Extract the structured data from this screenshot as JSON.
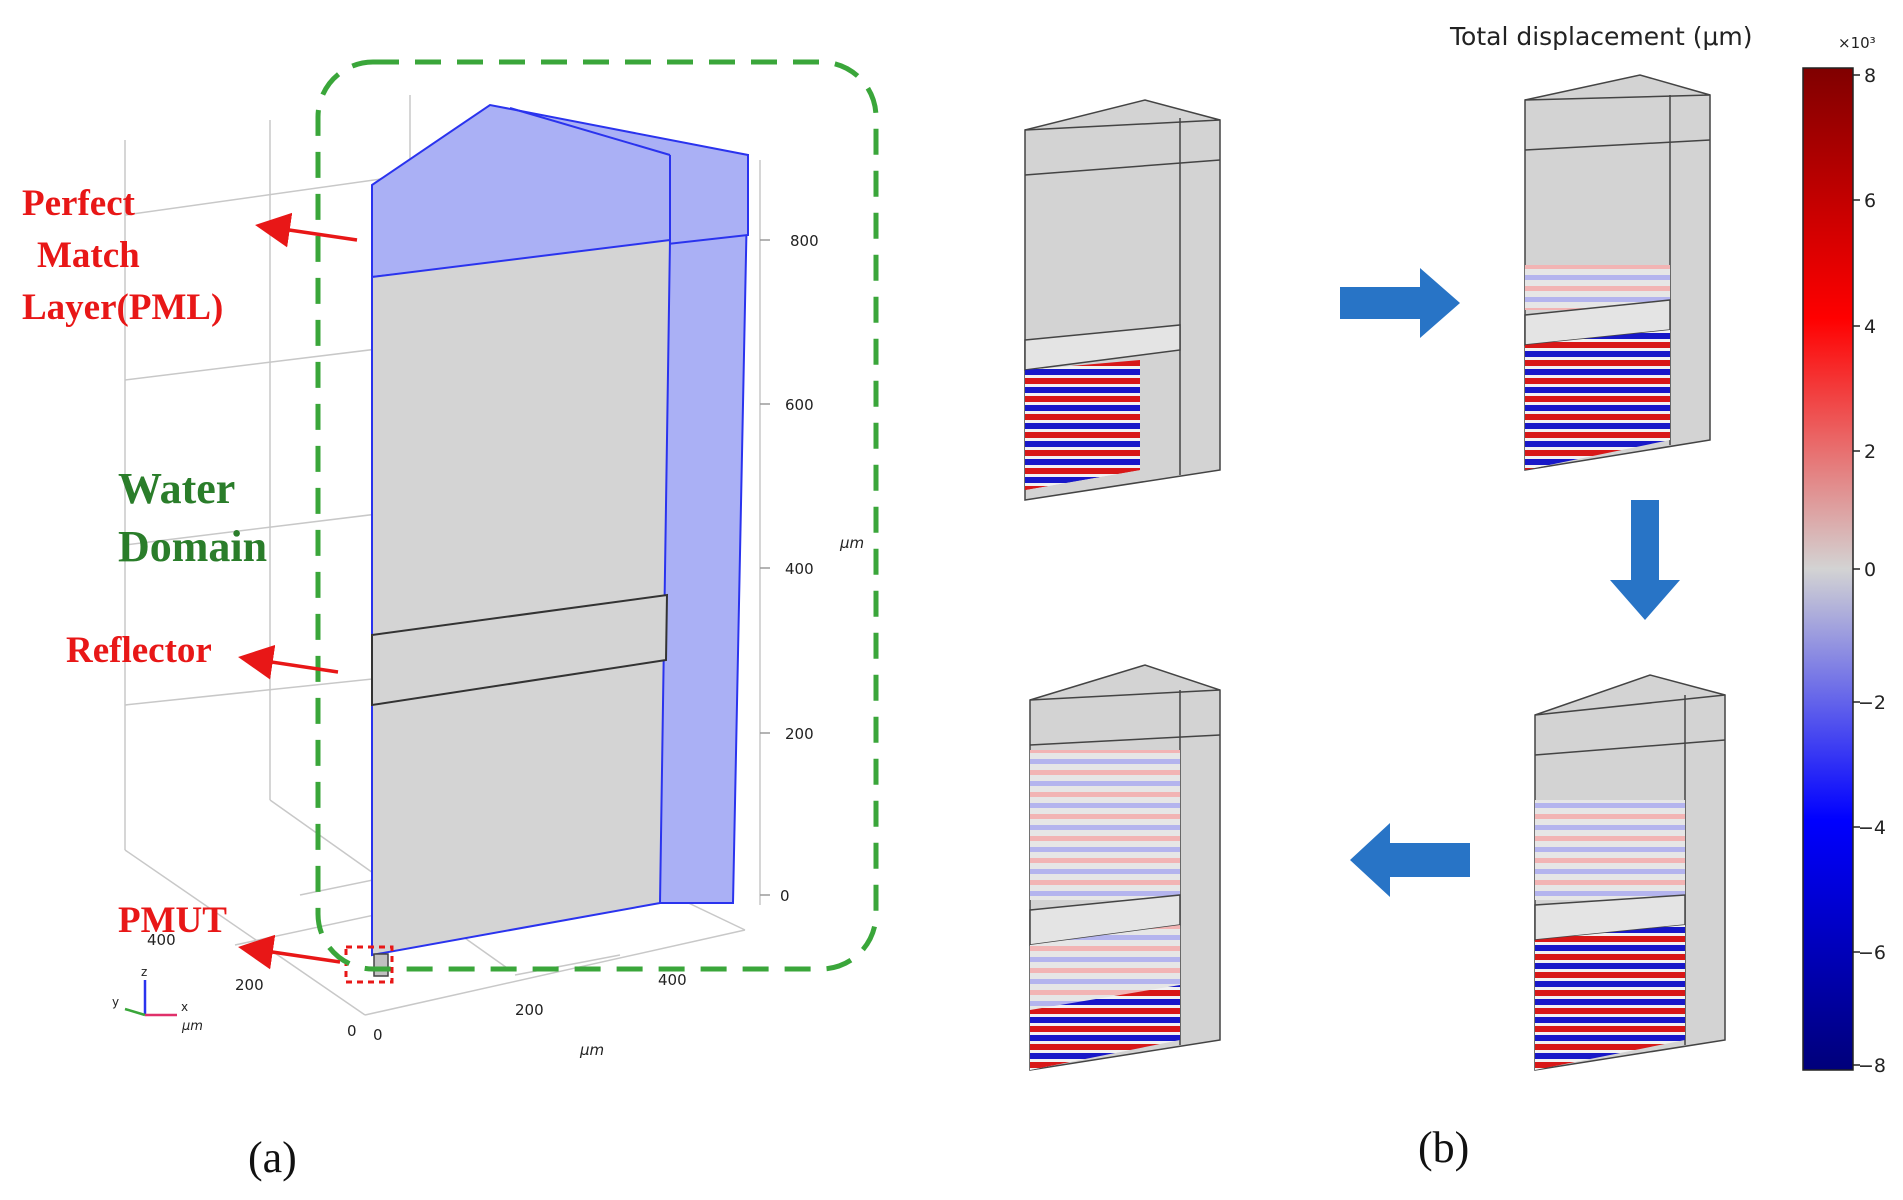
{
  "panel_a": {
    "caption": "(a)",
    "labels": {
      "pml_line1": "Perfect",
      "pml_line2": "Match",
      "pml_line3": "Layer(PML)",
      "water_line1": "Water",
      "water_line2": "Domain",
      "reflector": "Reflector",
      "pmut": "PMUT"
    },
    "z_axis": {
      "unit": "μm",
      "ticks": [
        "800",
        "600",
        "400",
        "200",
        "0"
      ]
    },
    "x_axis": {
      "unit": "μm",
      "ticks": [
        "0",
        "200",
        "400"
      ]
    },
    "y_axis": {
      "ticks": [
        "0",
        "200",
        "400"
      ]
    },
    "triad": {
      "z": "z",
      "y": "y",
      "x": "x",
      "unit": "μm"
    },
    "colors": {
      "pml": "#aab0f5",
      "pml_edge": "#2a33ee",
      "domain": "#d4d4d4",
      "boundary": "#3aa63a",
      "annotation": "#e81717",
      "water": "#2a7d2a"
    }
  },
  "panel_b": {
    "caption": "(b)",
    "flow": [
      "snapshot-1",
      "snapshot-2",
      "snapshot-3",
      "snapshot-4"
    ],
    "arrow_color": "#2874c6"
  },
  "colorbar": {
    "title": "Total displacement (μm)",
    "multiplier": "×10³",
    "ticks": [
      "8",
      "6",
      "4",
      "2",
      "0",
      "−2",
      "−4",
      "−6",
      "−8"
    ],
    "range": [
      -8,
      8
    ],
    "colors": {
      "max": "#800000",
      "high": "#ff0000",
      "mid": "#d3d3d3",
      "low": "#0000ff",
      "min": "#00007a"
    }
  }
}
